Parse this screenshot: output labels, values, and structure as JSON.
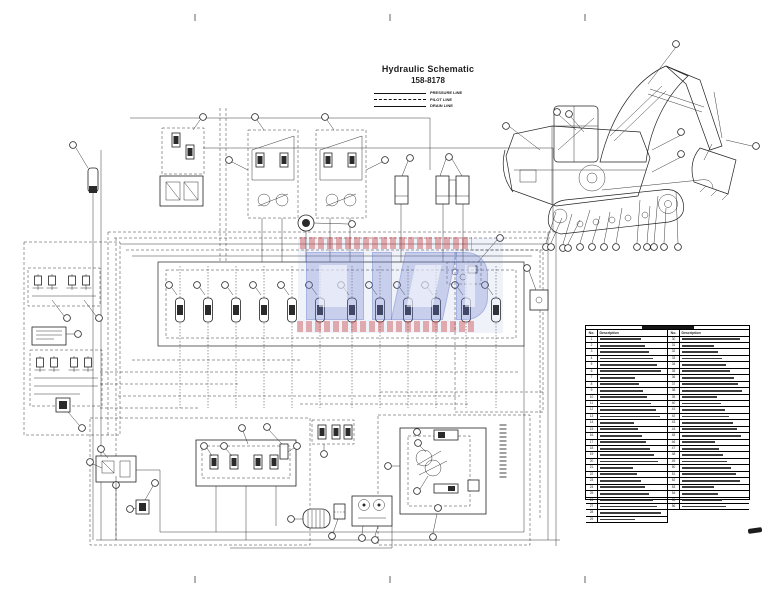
{
  "document": {
    "type_label": "Hydraulic Schematic",
    "part_number": "158-8178"
  },
  "legend": {
    "items": [
      {
        "label": "PRESSURE LINE",
        "line_style": "solid-thick"
      },
      {
        "label": "PILOT LINE",
        "line_style": "dashed"
      },
      {
        "label": "DRAIN LINE",
        "line_style": "solid-thin"
      }
    ]
  },
  "colors": {
    "ink": "#1f1f1f",
    "paper": "#ffffff",
    "watermark_blue": "#6b7fd1",
    "watermark_red": "#c83c3c"
  },
  "parts_table": {
    "col_headers": {
      "no": "No.",
      "description": "Description"
    },
    "left_nos": [
      1,
      2,
      3,
      4,
      5,
      6,
      7,
      8,
      9,
      10,
      11,
      12,
      13,
      14,
      15,
      16,
      17,
      18,
      19,
      20,
      21,
      22,
      23,
      24,
      25,
      26,
      27,
      28,
      29
    ],
    "right_nos": [
      30,
      31,
      32,
      33,
      34,
      35,
      36,
      37,
      38,
      39,
      40,
      41,
      42,
      43,
      44,
      45,
      46,
      47,
      48,
      49,
      50,
      51,
      52,
      53,
      54,
      55,
      56
    ]
  }
}
